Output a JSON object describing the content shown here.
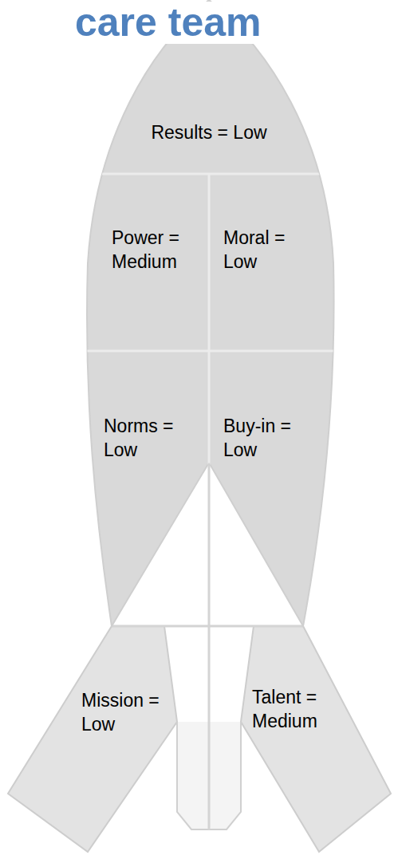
{
  "diagram": {
    "title": "care team",
    "nodes": [
      {
        "text": [
          "Results = Low"
        ]
      },
      {
        "text": [
          "Power = Medium"
        ]
      },
      {
        "text": [
          "Moral = Low"
        ]
      },
      {
        "text": [
          "Norms = Low"
        ]
      },
      {
        "text": [
          "Buy-in = Low"
        ]
      },
      {
        "text": [
          "Mission = Low"
        ]
      },
      {
        "text": [
          "Talent = Medium"
        ]
      }
    ]
  }
}
